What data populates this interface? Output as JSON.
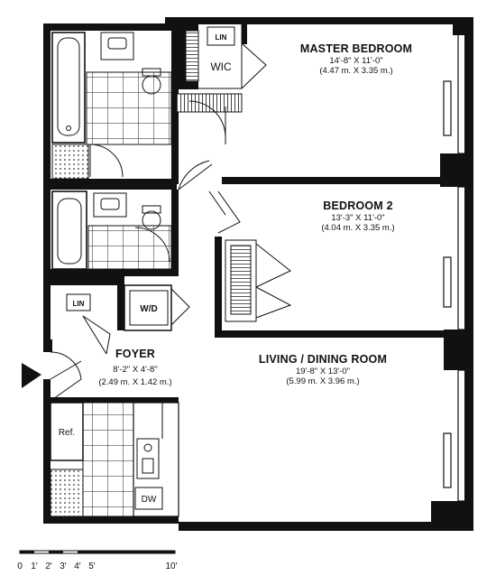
{
  "rooms": {
    "master_bedroom": {
      "name": "MASTER BEDROOM",
      "dim_imperial": "14'-8\" X 11'-0\"",
      "dim_metric": "(4.47 m. X 3.35 m.)"
    },
    "bedroom_2": {
      "name": "BEDROOM 2",
      "dim_imperial": "13'-3\" X 11'-0\"",
      "dim_metric": "(4.04 m. X 3.35 m.)"
    },
    "living_dining": {
      "name": "LIVING / DINING ROOM",
      "dim_imperial": "19'-8\" X 13'-0\"",
      "dim_metric": "(5.99 m. X 3.96 m.)"
    },
    "foyer": {
      "name": "FOYER",
      "dim_imperial": "8'-2\" X 4'-8\"",
      "dim_metric": "(2.49 m. X 1.42 m.)"
    }
  },
  "fixtures": {
    "wic": "WIC",
    "linen_top": "LIN",
    "linen_foyer": "LIN",
    "washer_dryer": "W/D",
    "refrigerator": "Ref.",
    "dishwasher": "DW"
  },
  "scale_bar": {
    "ticks": [
      "0",
      "1'",
      "2'",
      "3'",
      "4'",
      "5'",
      "10'"
    ]
  }
}
